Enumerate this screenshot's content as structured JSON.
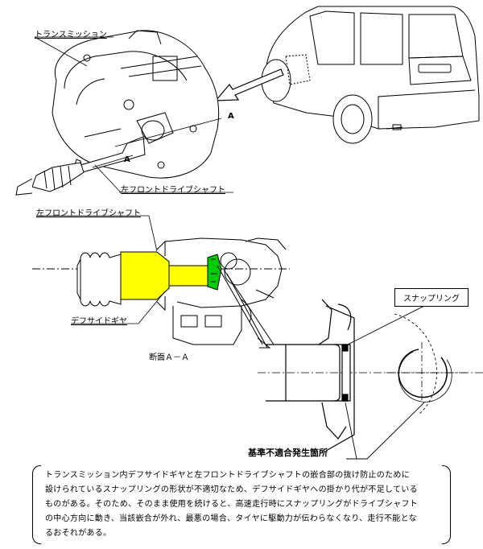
{
  "labels": {
    "transmission": "トランスミッション",
    "left_front_drive_shaft_top": "左フロントドライブシャフト",
    "left_front_drive_shaft_mid": "左フロントドライブシャフト",
    "section_mark_a1": "A",
    "section_mark_a2": "A",
    "diff_side_gear": "デフサイドギヤ",
    "section_aa": "断面Ａ－Ａ",
    "snap_ring": "スナップリング",
    "defect_location": "基準不適合発生箇所"
  },
  "note": {
    "lines": [
      "トランスミッション内デフサイドギヤと左フロントドライブシャフトの嵌合部の抜け防止のために",
      "設けられているスナップリングの形状が不適切なため、デフサイドギヤへの掛かり代が不足している",
      "ものがある。そのため、そのまま使用を続けると、高速走行時にスナップリングがドライブシャフト",
      "の中心方向に動き、当該嵌合が外れ、最悪の場合、タイヤに駆動力が伝わらなくなり、走行不能とな",
      "るおそれがある。"
    ]
  },
  "colors": {
    "drive_shaft_highlight": "#ffff00",
    "diff_gear_highlight": "#00cc00"
  }
}
